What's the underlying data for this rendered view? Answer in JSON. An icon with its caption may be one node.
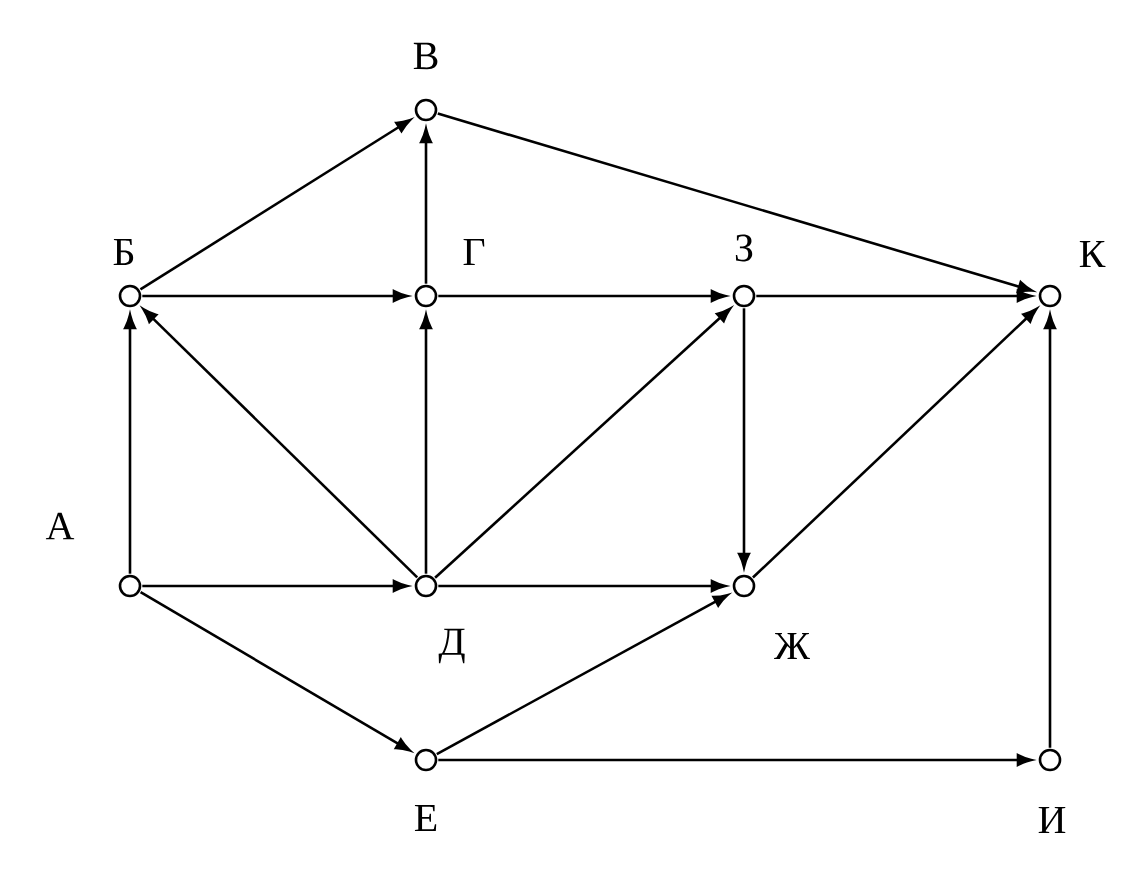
{
  "diagram": {
    "nodes": [
      {
        "text": [
          "А"
        ]
      },
      {
        "text": [
          "Б"
        ]
      },
      {
        "text": [
          "В"
        ]
      },
      {
        "text": [
          "Г"
        ]
      },
      {
        "text": [
          "З"
        ]
      },
      {
        "text": [
          "К"
        ]
      },
      {
        "text": [
          "Д"
        ]
      },
      {
        "text": [
          "Ж"
        ]
      },
      {
        "text": [
          "Е"
        ]
      },
      {
        "text": [
          "И"
        ]
      }
    ],
    "edges": [
      {
        "from": 0,
        "to": 1,
        "arrow": "to"
      },
      {
        "from": 0,
        "to": 6,
        "arrow": "to"
      },
      {
        "from": 0,
        "to": 8,
        "arrow": "to"
      },
      {
        "from": 1,
        "to": 2,
        "arrow": "to"
      },
      {
        "from": 1,
        "to": 3,
        "arrow": "to"
      },
      {
        "from": 6,
        "to": 1,
        "arrow": "to"
      },
      {
        "from": 3,
        "to": 2,
        "arrow": "to"
      },
      {
        "from": 2,
        "to": 5,
        "arrow": "to"
      },
      {
        "from": 3,
        "to": 4,
        "arrow": "to"
      },
      {
        "from": 6,
        "to": 3,
        "arrow": "to"
      },
      {
        "from": 6,
        "to": 4,
        "arrow": "to"
      },
      {
        "from": 6,
        "to": 7,
        "arrow": "to"
      },
      {
        "from": 4,
        "to": 5,
        "arrow": "to"
      },
      {
        "from": 4,
        "to": 7,
        "arrow": "to"
      },
      {
        "from": 7,
        "to": 5,
        "arrow": "to"
      },
      {
        "from": 8,
        "to": 7,
        "arrow": "to"
      },
      {
        "from": 8,
        "to": 9,
        "arrow": "to"
      },
      {
        "from": 9,
        "to": 5,
        "arrow": "to"
      }
    ]
  }
}
